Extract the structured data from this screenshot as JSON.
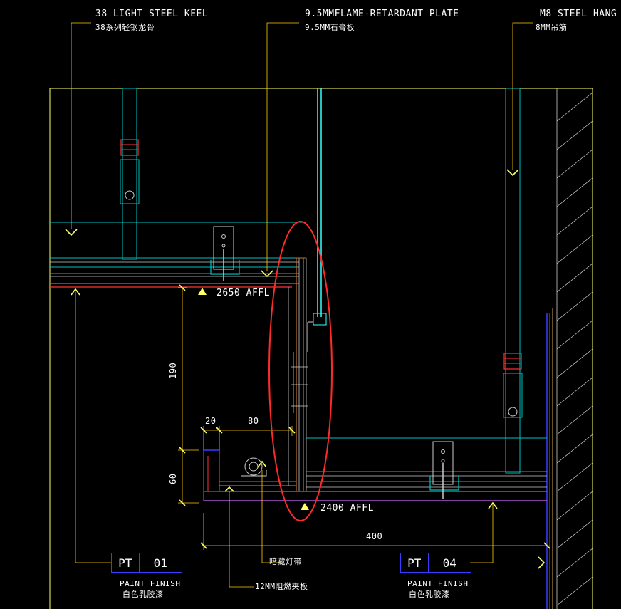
{
  "callouts": {
    "keel": {
      "en": "38 LIGHT STEEL KEEL",
      "cn": "38系列轻钢龙骨"
    },
    "plate": {
      "en": "9.5MMFLAME-RETARDANT PLATE",
      "cn": "9.5MM石膏板"
    },
    "hanger": {
      "en": "M8 STEEL HANG",
      "cn": "8MM吊筋"
    }
  },
  "levels": {
    "upper": "2650 AFFL",
    "lower": "2400 AFFL"
  },
  "dimensions": {
    "d190": "190",
    "d20": "20",
    "d80": "80",
    "d60": "60",
    "d400": "400"
  },
  "notes": {
    "light_strip": "暗藏灯带",
    "plywood": "12MM阻燃夹板"
  },
  "tags": {
    "left": {
      "code": "PT",
      "num": "01",
      "en": "PAINT FINISH",
      "cn": "白色乳胶漆"
    },
    "right": {
      "code": "PT",
      "num": "04",
      "en": "PAINT FINISH",
      "cn": "白色乳胶漆"
    }
  },
  "colors": {
    "background": "#000000",
    "leader": "#ffcc00",
    "cyan": "#33ffff",
    "teal": "#00bfbf",
    "red": "#ff3333",
    "blue": "#3b3bff",
    "white": "#ffffff",
    "wood": "#b87333",
    "highlight_ellipse": "#ff2a2a"
  }
}
